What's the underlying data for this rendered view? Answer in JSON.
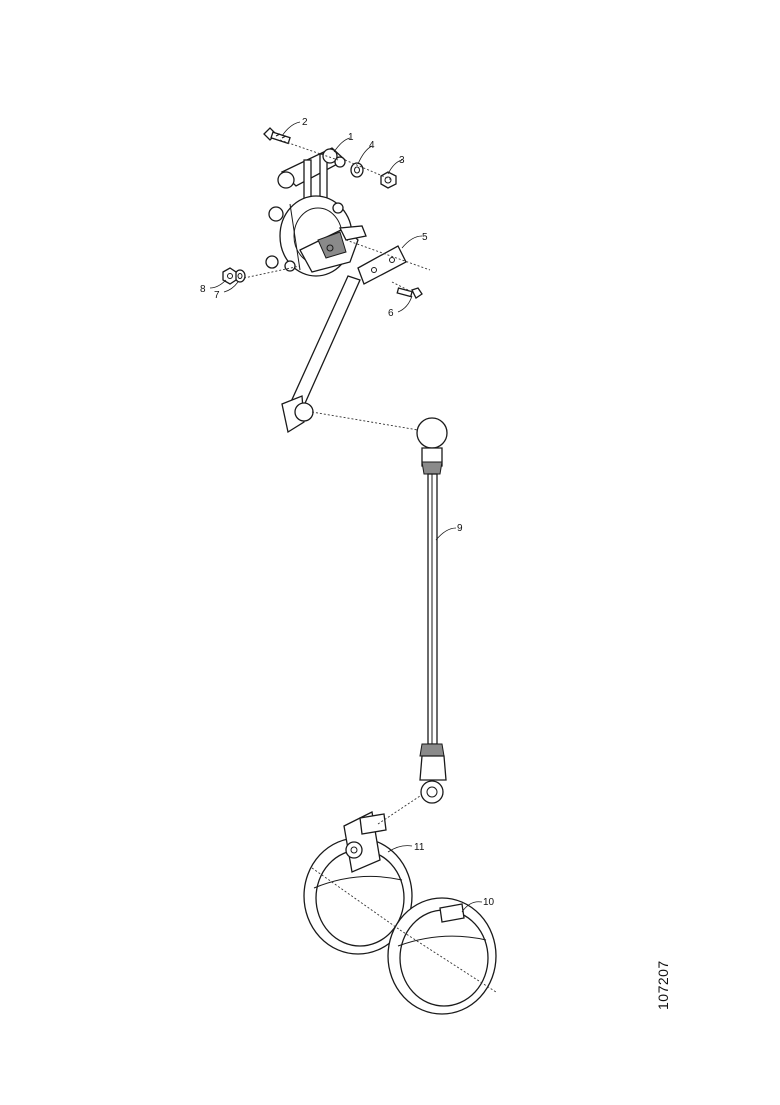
{
  "drawing": {
    "id": "107207",
    "callouts": [
      {
        "number": "1",
        "part": "valve"
      },
      {
        "number": "2",
        "part": "screw"
      },
      {
        "number": "3",
        "part": "nut"
      },
      {
        "number": "4",
        "part": "washer"
      },
      {
        "number": "5",
        "part": "lever-arm"
      },
      {
        "number": "6",
        "part": "bolt"
      },
      {
        "number": "7",
        "part": "washer"
      },
      {
        "number": "8",
        "part": "nut"
      },
      {
        "number": "9",
        "part": "link-rod"
      },
      {
        "number": "10",
        "part": "clamp-band"
      },
      {
        "number": "11",
        "part": "clamp-with-bracket"
      }
    ]
  },
  "colors": {
    "line": "#1a1a1a",
    "background": "#ffffff"
  }
}
